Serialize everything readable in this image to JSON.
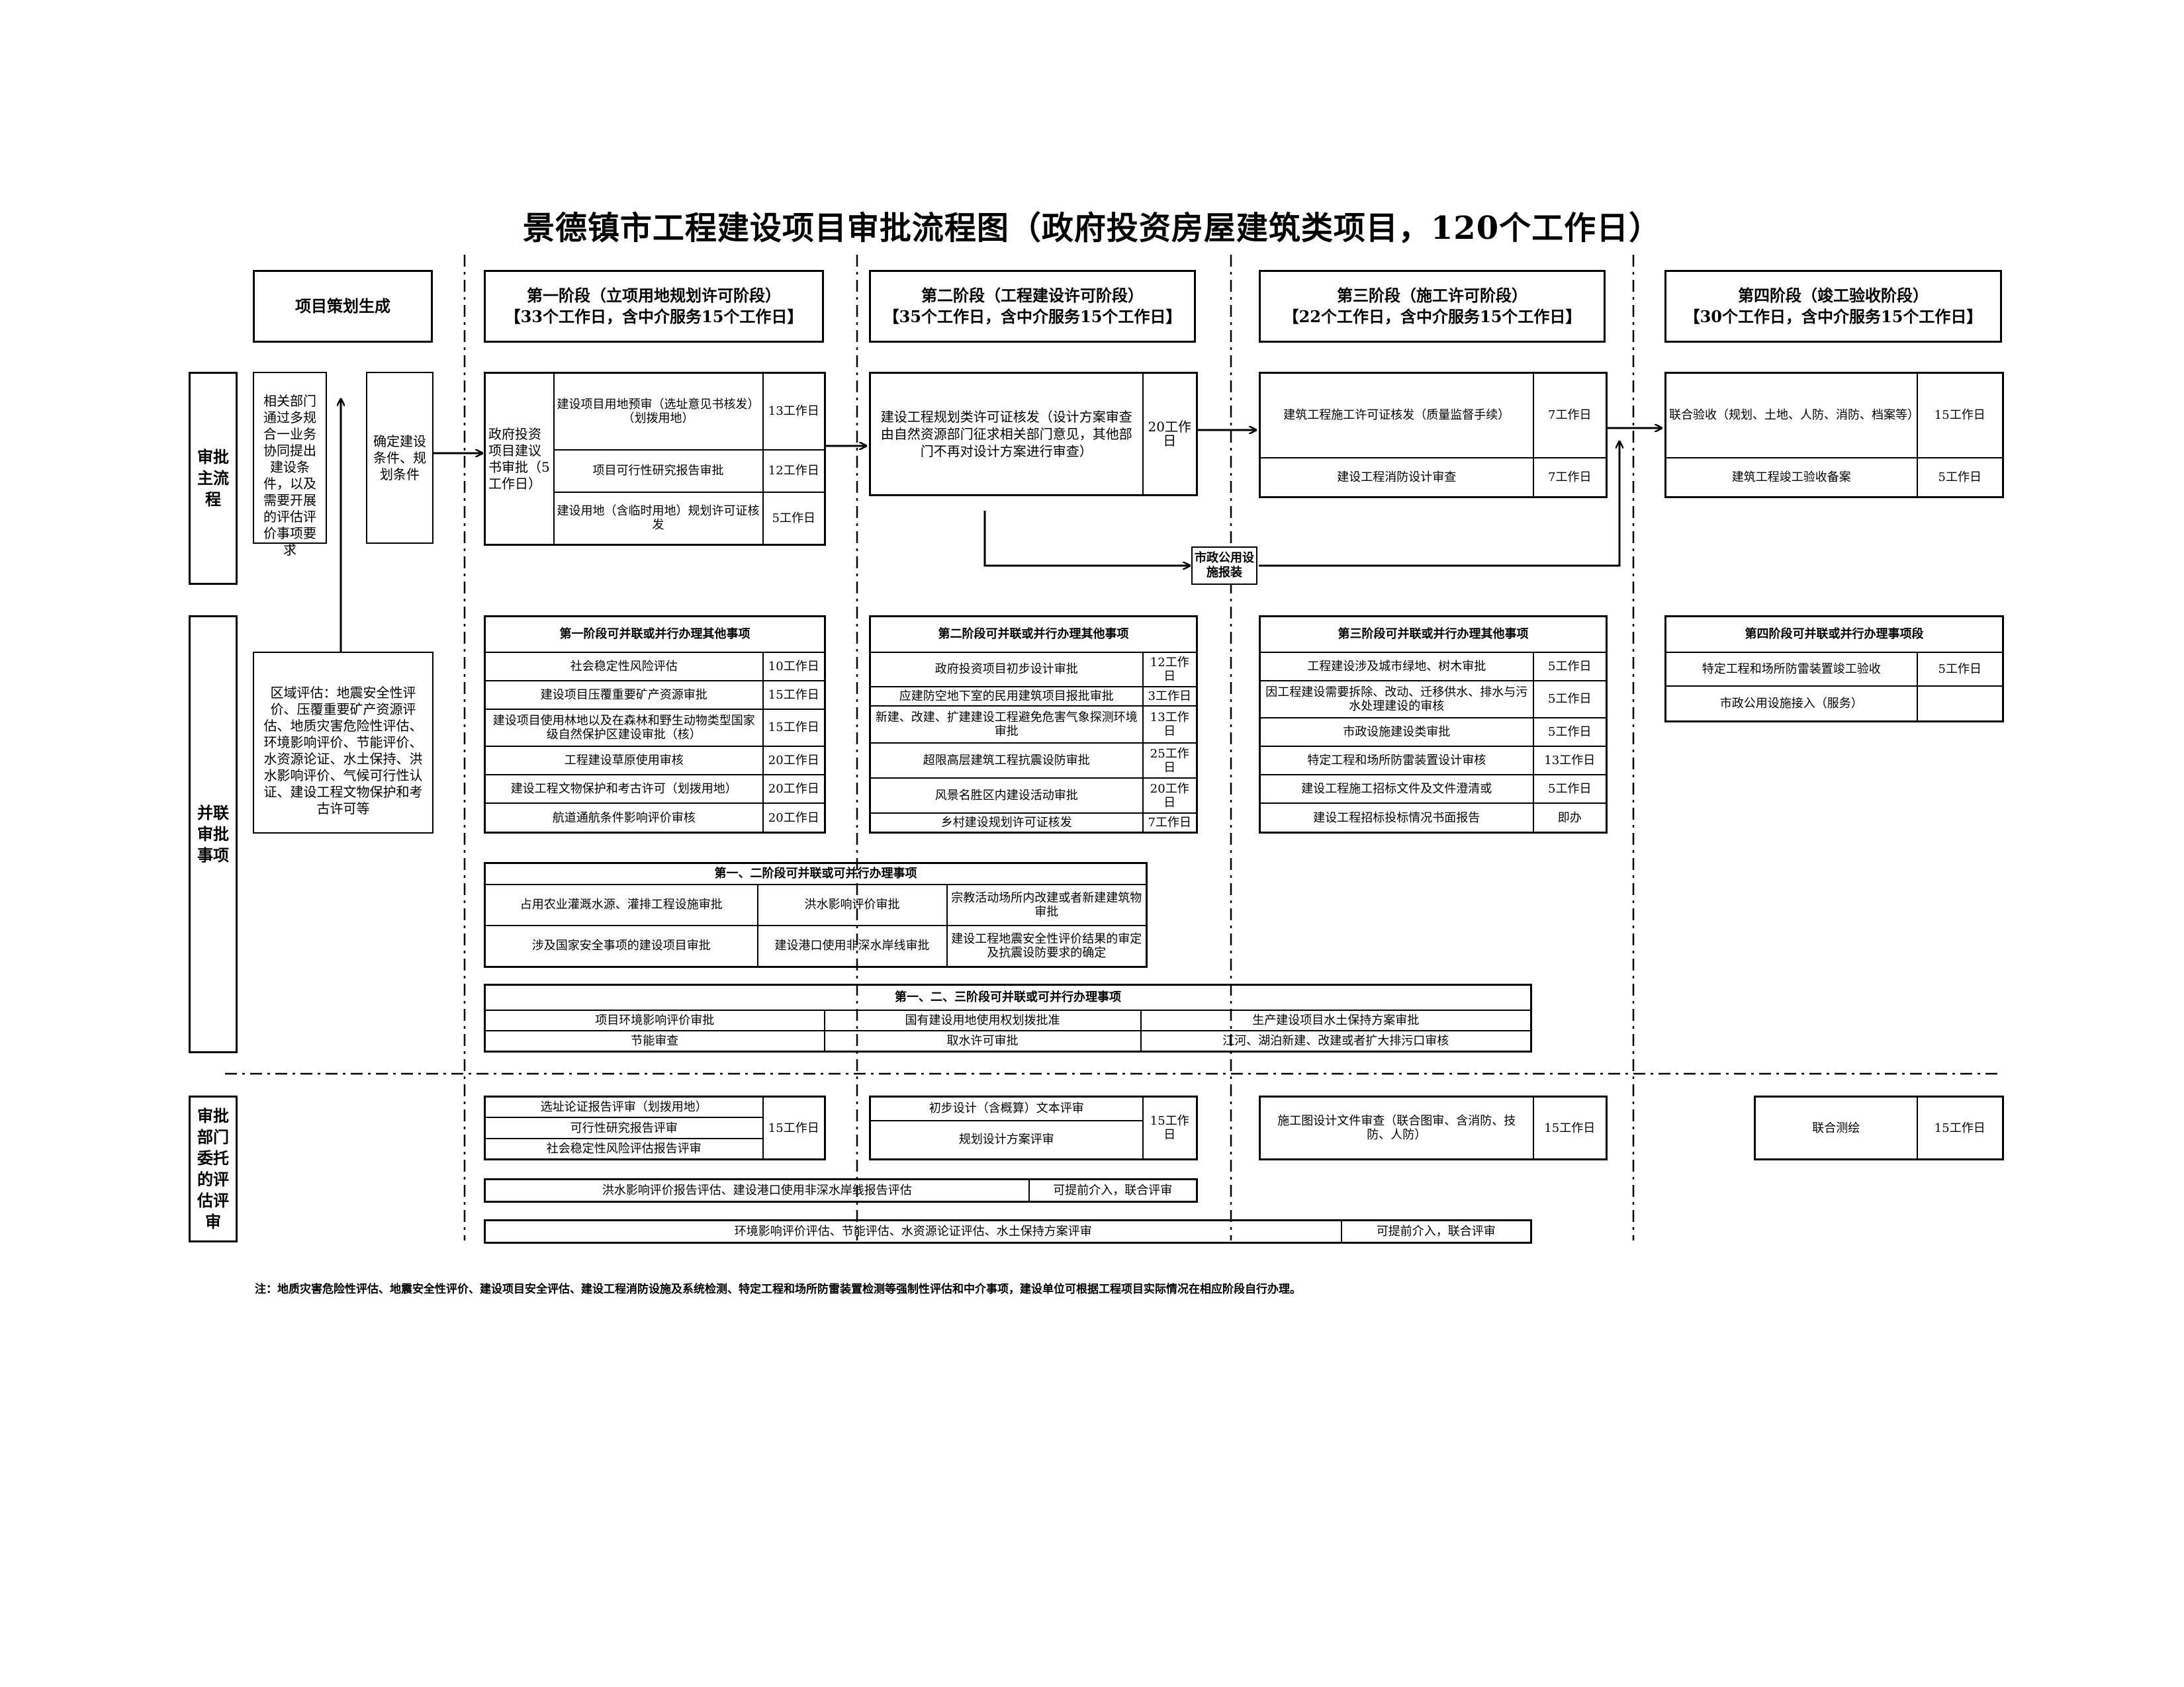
{
  "title": "景德镇市工程建设项目审批流程图（政府投资房屋建筑类项目，120个工作日）",
  "header": {
    "plan": "项目策划生成",
    "stage1": {
      "name": "第一阶段（立项用地规划许可阶段）",
      "days": "【33个工作日，含中介服务15个工作日】"
    },
    "stage2": {
      "name": "第二阶段（工程建设许可阶段）",
      "days": "【35个工作日，含中介服务15个工作日】"
    },
    "stage3": {
      "name": "第三阶段（施工许可阶段）",
      "days": "【22个工作日，含中介服务15个工作日】"
    },
    "stage4": {
      "name": "第四阶段（竣工验收阶段）",
      "days": "【30个工作日，含中介服务15个工作日】"
    }
  },
  "rows": {
    "main": "审批主流程",
    "parallel": "并联审批事项",
    "entrust": "审批部门委托的评估评审"
  },
  "plan_col": {
    "coord": "相关部门通过多规合一业务协同提出建设条件，以及需要开展的评估评价事项要求",
    "confirm": "确定建设条件、规划条件",
    "region": "区域评估：地震安全性评价、压覆重要矿产资源评估、地质灾害危险性评估、环境影响评价、节能评价、水资源论证、水土保持、洪水影响评价、气候可行性认证、建设工程文物保护和考古许可等"
  },
  "main": {
    "s1_left": "政府投资项目建议书审批（5工作日）",
    "s1_rows": [
      {
        "item": "建设项目用地预审（选址意见书核发）（划拨用地）",
        "days": "13工作日"
      },
      {
        "item": "项目可行性研究报告审批",
        "days": "12工作日"
      },
      {
        "item": "建设用地（含临时用地）规划许可证核发",
        "days": "5工作日"
      }
    ],
    "s2": {
      "item": "建设工程规划类许可证核发（设计方案审查由自然资源部门征求相关部门意见，其他部门不再对设计方案进行审查）",
      "days": "20工作日"
    },
    "s3_rows": [
      {
        "item": "建筑工程施工许可证核发（质量监督手续）",
        "days": "7工作日"
      },
      {
        "item": "建设工程消防设计审查",
        "days": "7工作日"
      }
    ],
    "s4_rows": [
      {
        "item": "联合验收（规划、土地、人防、消防、档案等）",
        "days": "15工作日"
      },
      {
        "item": "建筑工程竣工验收备案",
        "days": "5工作日"
      }
    ],
    "municipal": "市政公用设施报装"
  },
  "parallel": {
    "s1": {
      "title": "第一阶段可并联或并行办理其他事项",
      "rows": [
        {
          "item": "社会稳定性风险评估",
          "days": "10工作日"
        },
        {
          "item": "建设项目压覆重要矿产资源审批",
          "days": "15工作日"
        },
        {
          "item": "建设项目使用林地以及在森林和野生动物类型国家级自然保护区建设审批（核）",
          "days": "15工作日"
        },
        {
          "item": "工程建设草原使用审核",
          "days": "20工作日"
        },
        {
          "item": "建设工程文物保护和考古许可（划拨用地）",
          "days": "20工作日"
        },
        {
          "item": "航道通航条件影响评价审核",
          "days": "20工作日"
        }
      ]
    },
    "s2": {
      "title": "第二阶段可并联或并行办理其他事项",
      "rows": [
        {
          "item": "政府投资项目初步设计审批",
          "days": "12工作日"
        },
        {
          "item": "应建防空地下室的民用建筑项目报批审批",
          "days": "3工作日"
        },
        {
          "item": "新建、改建、扩建建设工程避免危害气象探测环境审批",
          "days": "13工作日"
        },
        {
          "item": "超限高层建筑工程抗震设防审批",
          "days": "25工作日"
        },
        {
          "item": "风景名胜区内建设活动审批",
          "days": "20工作日"
        },
        {
          "item": "乡村建设规划许可证核发",
          "days": "7工作日"
        }
      ]
    },
    "s3": {
      "title": "第三阶段可并联或并行办理其他事项",
      "rows": [
        {
          "item": "工程建设涉及城市绿地、树木审批",
          "days": "5工作日"
        },
        {
          "item": "因工程建设需要拆除、改动、迁移供水、排水与污水处理建设的审核",
          "days": "5工作日"
        },
        {
          "item": "市政设施建设类审批",
          "days": "5工作日"
        },
        {
          "item": "特定工程和场所防雷装置设计审核",
          "days": "13工作日"
        },
        {
          "item": "建设工程施工招标文件及文件澄清或",
          "days": "5工作日"
        },
        {
          "item": "建设工程招标投标情况书面报告",
          "days": "即办"
        }
      ]
    },
    "s4": {
      "title": "第四阶段可并联或并行办理事项段",
      "rows": [
        {
          "item": "特定工程和场所防雷装置竣工验收",
          "days": "5工作日"
        },
        {
          "item": "市政公用设施接入（服务）",
          "days": ""
        }
      ]
    },
    "s12": {
      "title": "第一、二阶段可并联或可并行办理事项",
      "rows": [
        [
          "占用农业灌溉水源、灌排工程设施审批",
          "洪水影响评价审批",
          "宗教活动场所内改建或者新建建筑物审批"
        ],
        [
          "涉及国家安全事项的建设项目审批",
          "建设港口使用非深水岸线审批",
          "建设工程地震安全性评价结果的审定及抗震设防要求的确定"
        ]
      ]
    },
    "s123": {
      "title": "第一、二、三阶段可并联或可并行办理事项",
      "rows": [
        [
          "项目环境影响评价审批",
          "国有建设用地使用权划拨批准",
          "生产建设项目水土保持方案审批"
        ],
        [
          "节能审查",
          "取水许可审批",
          "江河、湖泊新建、改建或者扩大排污口审核"
        ]
      ]
    }
  },
  "entrust": {
    "s1": {
      "items": [
        "选址论证报告评审（划拨用地）",
        "可行性研究报告评审",
        "社会稳定性风险评估报告评审"
      ],
      "days": "15工作日"
    },
    "s2": {
      "items": [
        "初步设计（含概算）文本评审",
        "规划设计方案评审"
      ],
      "days": "15工作日"
    },
    "s3": {
      "item": "施工图设计文件审查（联合图审、含消防、技防、人防）",
      "days": "15工作日"
    },
    "s4": {
      "item": "联合测绘",
      "days": "15工作日"
    },
    "band1": {
      "item": "洪水影响评价报告评估、建设港口使用非深水岸线报告评估",
      "note": "可提前介入，联合评审"
    },
    "band2": {
      "item": "环境影响评价评估、节能评估、水资源论证评估、水土保持方案评审",
      "note": "可提前介入，联合评审"
    }
  },
  "note": "注：地质灾害危险性评估、地震安全性评价、建设项目安全评估、建设工程消防设施及系统检测、特定工程和场所防雷装置检测等强制性评估和中介事项，建设单位可根据工程项目实际情况在相应阶段自行办理。"
}
